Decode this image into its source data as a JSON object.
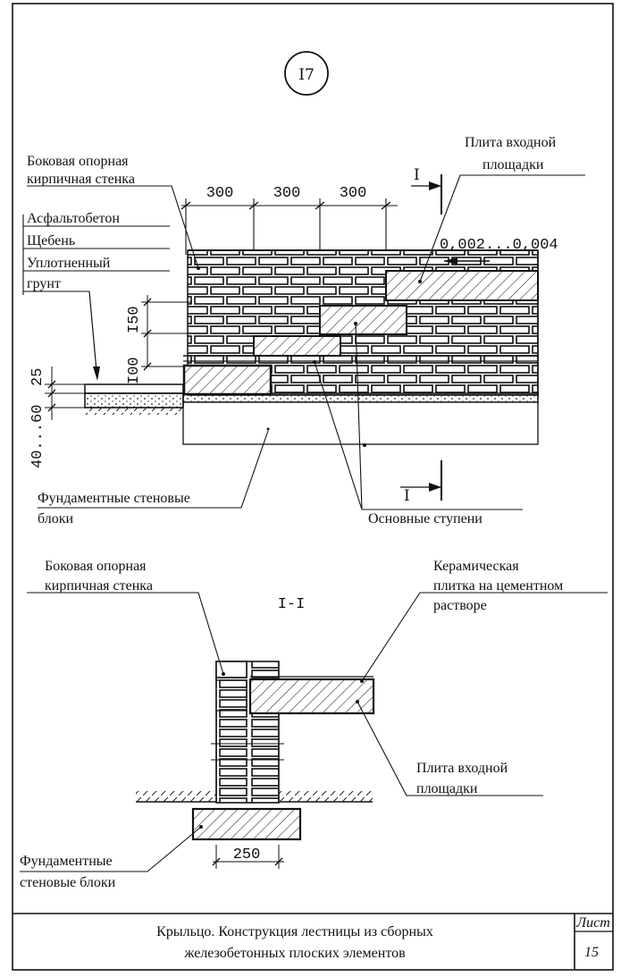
{
  "drawing": {
    "node_number": "I7",
    "elevation": {
      "labels": {
        "side_wall": [
          "Боковая опорная",
          "кирпичная стенка"
        ],
        "landing_slab": [
          "Плита входной",
          "площадки"
        ],
        "asphalt": "Асфальтобетон",
        "gravel": "Щебень",
        "compacted": "Уплотненный",
        "soil": "грунт",
        "foundation_blocks": [
          "Фундаментные стеновые",
          "блоки"
        ],
        "main_steps": "Основные ступени"
      },
      "dimensions": {
        "step_widths": [
          "300",
          "300",
          "300"
        ],
        "step_height": "I50",
        "base_height": "I00",
        "slope": "0,002...0,004",
        "pavement_top": "25",
        "pavement_bottom": "40...60"
      },
      "section_mark": "I"
    },
    "section": {
      "title": "I-I",
      "labels": {
        "side_wall": [
          "Боковая опорная",
          "кирпичная стенка"
        ],
        "ceramic_tile": [
          "Керамическая",
          "плитка на цементном",
          "растворе"
        ],
        "landing_slab": [
          "Плита входной",
          "площадки"
        ],
        "foundation_blocks": [
          "Фундаментные",
          "стеновые блоки"
        ]
      },
      "dimensions": {
        "foundation_width": "250"
      }
    }
  },
  "title_block": {
    "title_line1": "Крыльцо. Конструкция лестницы из сборных",
    "title_line2": "железобетонных плоских элементов",
    "sheet_label": "Лист",
    "sheet_number": "15"
  }
}
